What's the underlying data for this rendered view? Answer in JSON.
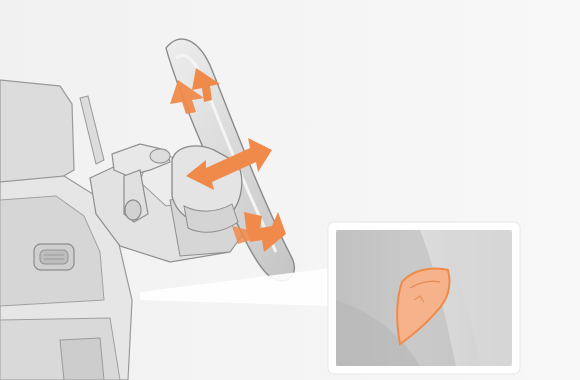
{
  "figure": {
    "subject": "steering-wheel-adjustment",
    "colors": {
      "background": "#f5f5f5",
      "panel": "#fafafa",
      "plastic_light": "#e9e9e9",
      "plastic_mid": "#d2d2d2",
      "plastic_dark": "#a9a9a9",
      "outline": "#8c8c8c",
      "highlight": "#f08a4b",
      "highlight_fill": "#f6b28a",
      "inset_bg": "#cfcfcf"
    },
    "arrows": [
      {
        "name": "tilt-up-arrow-icon",
        "direction": "up"
      },
      {
        "name": "telescope-arrow-icon",
        "direction": "in-out"
      },
      {
        "name": "tilt-down-arrow-icon",
        "direction": "down"
      }
    ],
    "inset": {
      "name": "adjustment-lever-detail",
      "highlighted_part": "release-lever"
    }
  }
}
